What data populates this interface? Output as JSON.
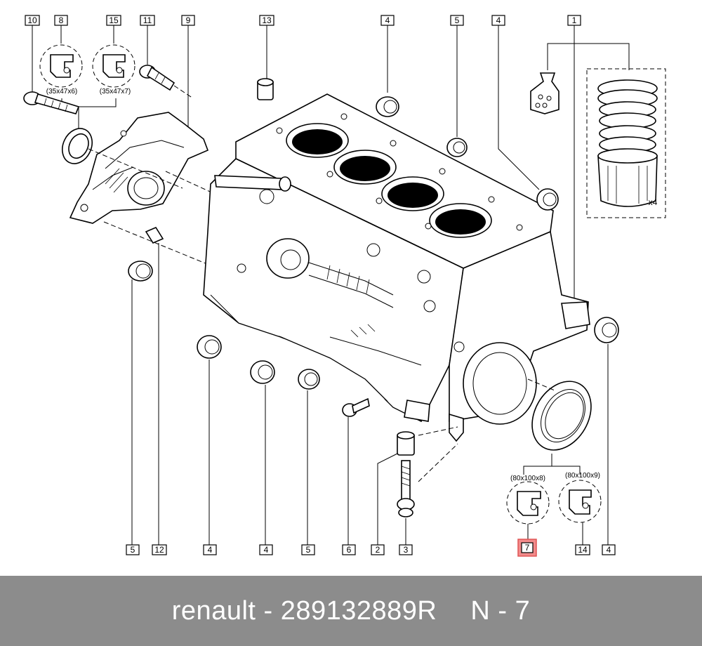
{
  "diagram": {
    "callouts_top": [
      "10",
      "8",
      "15",
      "11",
      "9",
      "13",
      "4",
      "5",
      "4",
      "1"
    ],
    "callouts_bottom": [
      "5",
      "12",
      "4",
      "4",
      "5",
      "6",
      "2",
      "3",
      "7",
      "14",
      "4"
    ],
    "highlighted_callout": "7",
    "highlight_color": "#f28b8b",
    "seal_sizes": {
      "seal_8": "(35x47x6)",
      "seal_15": "(35x47x7)",
      "seal_7": "(80x100x8)",
      "seal_14": "(80x100x9)"
    },
    "piston_set_qty": "x4"
  },
  "footer": {
    "brand_part": "renault - 289132889R",
    "position": "N - 7",
    "background": "#8c8c8c"
  }
}
